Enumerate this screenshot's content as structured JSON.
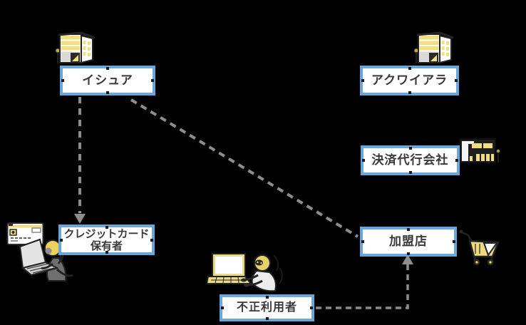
{
  "diagram": {
    "title": "credit-card-payment-actors-diagram",
    "background_color": "#000000",
    "boxes": {
      "issuer": {
        "label": "イシュア"
      },
      "acquirer": {
        "label": "アクワイアラ"
      },
      "payment_agency": {
        "label": "決済代行会社"
      },
      "cardholder": {
        "label_line1": "クレジットカード",
        "label_line2": "保有者"
      },
      "merchant": {
        "label": "加盟店"
      },
      "fraudster": {
        "label": "不正利用者"
      }
    },
    "icons": {
      "issuer_building": "office-building",
      "acquirer_building": "office-building",
      "payment_agency_building": "modern-storefront-building",
      "credit_card": "credit-card",
      "cardholder_person": "person-with-laptop",
      "fraudster_person": "masked-person-with-laptop",
      "merchant_cart": "shopping-cart"
    },
    "connectors": [
      {
        "from": "issuer",
        "to": "cardholder",
        "style": "dashed",
        "arrowhead": "at-cardholder",
        "color": "#8d8d8d"
      },
      {
        "from": "issuer",
        "to": "merchant",
        "style": "dashed",
        "arrowhead": "none",
        "color": "#8d8d8d"
      },
      {
        "from": "fraudster",
        "to": "merchant",
        "style": "dashed",
        "arrowhead": "at-merchant",
        "color": "#8d8d8d"
      }
    ],
    "colors": {
      "box_border": "#69a7da",
      "box_fill": "#ffffff",
      "label_text": "#3a3a3a",
      "connector": "#8d8d8d",
      "icon_yellow": "#f0dc82",
      "icon_dark": "#1f1f1f",
      "icon_gray": "#d9d9d9"
    }
  }
}
